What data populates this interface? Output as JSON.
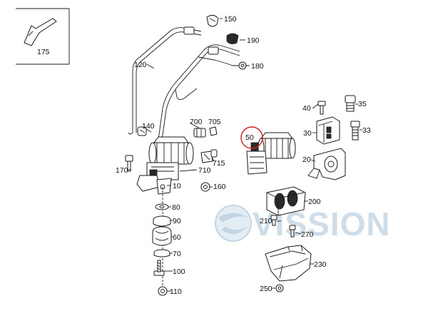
{
  "diagram": {
    "inset_label": "175",
    "watermark": "VISSION",
    "highlight_color": "#d42020",
    "watermark_color": "#cfdde8",
    "callouts": {
      "c150": "150",
      "c190": "190",
      "c180": "180",
      "c120": "120",
      "c140": "140",
      "c700": "700",
      "c705": "705",
      "c170": "170",
      "c710": "710",
      "c715": "715",
      "c10": "10",
      "c160": "160",
      "c80": "80",
      "c90": "90",
      "c60": "60",
      "c70": "70",
      "c100": "100",
      "c110": "110",
      "c50": "50",
      "c40": "40",
      "c35": "35",
      "c30": "30",
      "c33": "33",
      "c20": "20",
      "c200": "200",
      "c210": "210",
      "c270": "270",
      "c230": "230",
      "c250": "250"
    }
  }
}
